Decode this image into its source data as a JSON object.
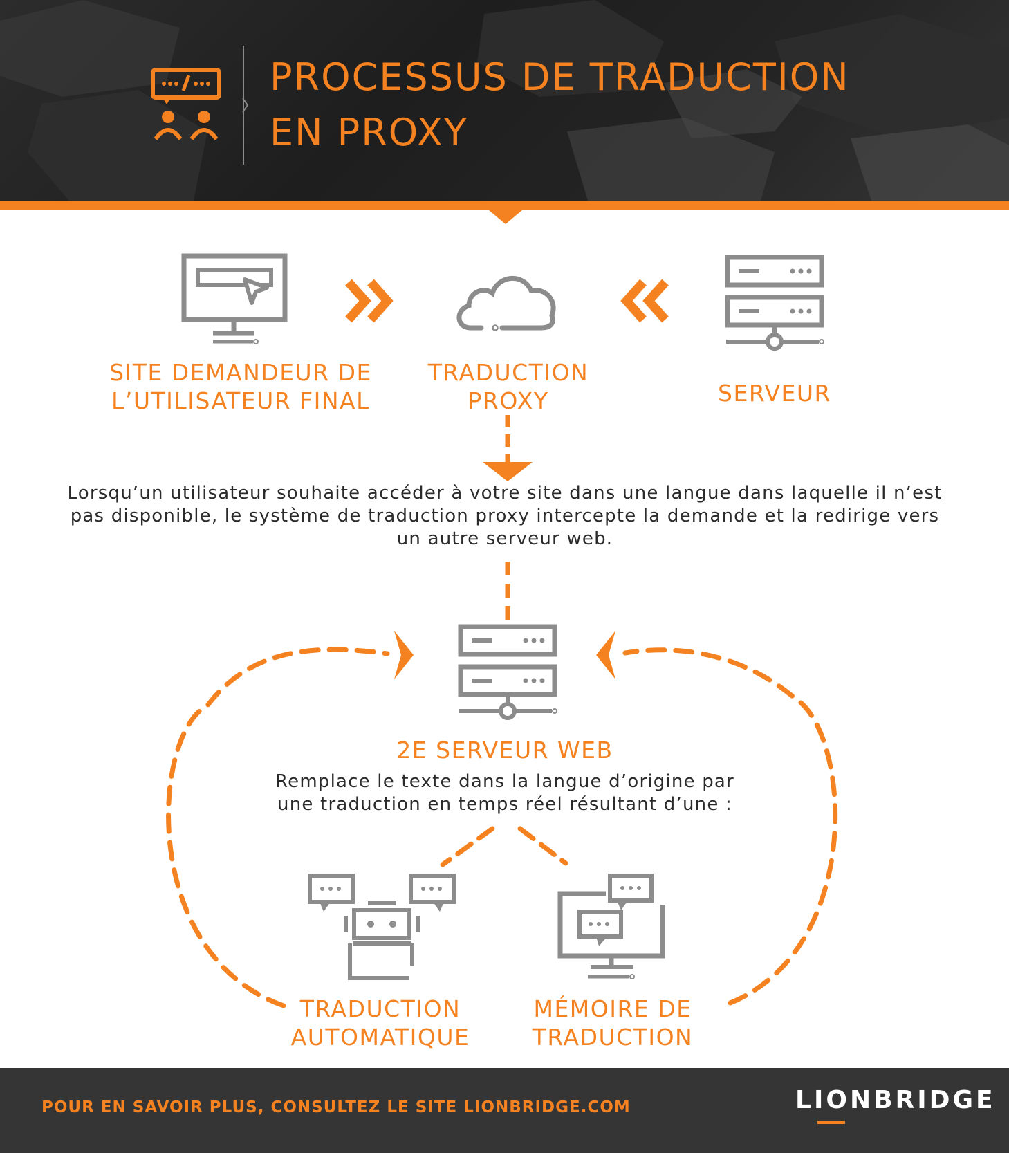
{
  "header": {
    "title_line1": "PROCESSUS DE TRADUCTION",
    "title_line2": "EN PROXY",
    "icon": "translators-chat-icon"
  },
  "top_row": {
    "left_label_line1": "SITE DEMANDEUR DE",
    "left_label_line2": "L’UTILISATEUR FINAL",
    "center_label_line1": "TRADUCTION",
    "center_label_line2": "PROXY",
    "right_label": "SERVEUR",
    "left_icon": "monitor-icon",
    "center_icon": "cloud-icon",
    "right_icon": "server-icon"
  },
  "explanation": {
    "line1": "Lorsqu’un utilisateur souhaite accéder à votre site dans une langue dans laquelle il n’est",
    "line2": "pas disponible, le système de traduction proxy intercepte la demande et la redirige vers",
    "line3": "un autre serveur web."
  },
  "second_server": {
    "title": "2E SERVEUR WEB",
    "desc_line1": "Remplace le texte dans la langue d’origine par",
    "desc_line2": "une traduction en temps réel résultant d’une :",
    "icon": "server-icon"
  },
  "bottom_row": {
    "left_label_line1": "TRADUCTION",
    "left_label_line2": "AUTOMATIQUE",
    "right_label_line1": "MÉMOIRE DE",
    "right_label_line2": "TRADUCTION",
    "left_icon": "robot-translation-icon",
    "right_icon": "translation-memory-monitor-icon"
  },
  "footer": {
    "link_text": "POUR EN SAVOIR PLUS, CONSULTEZ LE SITE LIONBRIDGE.COM",
    "logo": "LIONBRIDGE"
  },
  "colors": {
    "accent": "#f58220",
    "icon_gray": "#8c8c8c",
    "header_bg": "#242424",
    "footer_bg": "#353535"
  }
}
